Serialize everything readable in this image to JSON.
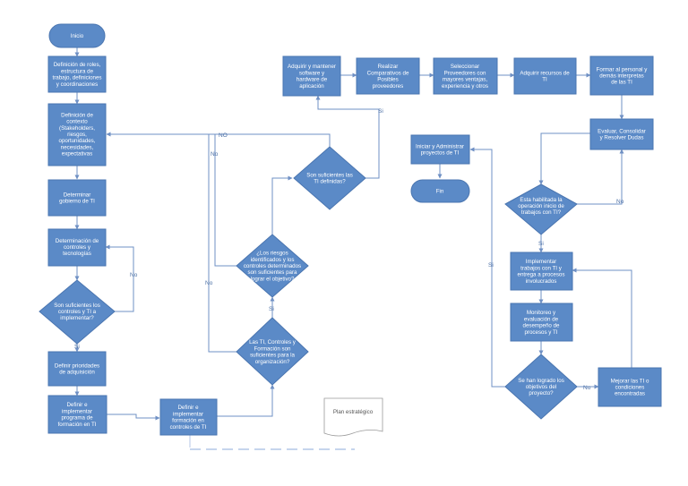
{
  "nodes": {
    "inicio": [
      "Inicio"
    ],
    "def_roles": [
      "Definición de roles,",
      "estructura de",
      "trabajo, definiciones",
      "y coordinaciones"
    ],
    "def_contexto": [
      "Definición de",
      "contexto",
      "(Stakeholders,",
      "riesgos,",
      "oportunidades,",
      "necesidades,",
      "expectativas"
    ],
    "gobierno": [
      "Determinar",
      "gobierno de TI"
    ],
    "controles": [
      "Determinación de",
      "controles y",
      "tecnologías"
    ],
    "d_suficientes": [
      "Son suficientes los",
      "controles y TI a",
      "implementar?"
    ],
    "prioridades": [
      "Definir prioridades",
      "de adquisición"
    ],
    "programa": [
      "Definir e",
      "implementar",
      "programa de",
      "formación en TI"
    ],
    "formacion_controles": [
      "Definir e",
      "implementar",
      "formación en",
      "controles de TI"
    ],
    "d_organizacion": [
      "Las TI, Controles y",
      "Formación son",
      "suficientes para la",
      "organización?"
    ],
    "d_riesgos": [
      "¿Los riesgos",
      "identificados y los",
      "controles determinados",
      "son suficientes para",
      "lograr el objetivo?"
    ],
    "d_ti_definidas": [
      "Son suficientes las",
      "TI definidas?"
    ],
    "adquirir_mantener": [
      "Adquirir y mantener",
      "software y",
      "hardware de",
      "aplicación"
    ],
    "comparativos": [
      "Realizar",
      "Comparativos de",
      "Posibles",
      "proveedores"
    ],
    "seleccionar": [
      "Seleccionar",
      "Proveedores con",
      "mayores ventajas,",
      "experiencia y otros"
    ],
    "adquirir_recursos": [
      "Adquirir recursos de",
      "TI"
    ],
    "formar": [
      "Formar al personal y",
      "demás interpretas",
      "de las TI"
    ],
    "evaluar": [
      "Evaluar, Consolidar",
      "y Resolver Dudas"
    ],
    "d_habilitada": [
      "Esta habilitada la",
      "operación inicio de",
      "trabajos con TI?"
    ],
    "implementar": [
      "Implementar",
      "trabajos con TI y",
      "entrega a procesos",
      "involucrados"
    ],
    "monitoreo": [
      "Monitoreo y",
      "evaluación de",
      "desempeño de",
      "procesos y TI"
    ],
    "d_objetivos": [
      "Se han logrado los",
      "objetivos del",
      "proyecto?"
    ],
    "mejorar": [
      "Mejorar las TI o",
      "condiciones",
      "encontradas"
    ],
    "iniciar_admin": [
      "Iniciar y Administrar",
      "proyectos de TI"
    ],
    "fin": [
      "Fin"
    ],
    "plan": [
      "Plan estratégico"
    ]
  },
  "labels": {
    "si": "Si",
    "no": "No",
    "no_upper": "NO"
  },
  "colors": {
    "process_fill": "#5b8ac7",
    "process_stroke": "#4a75b0",
    "connector": "#6f90c4",
    "label_text": "#4a6fa5"
  }
}
